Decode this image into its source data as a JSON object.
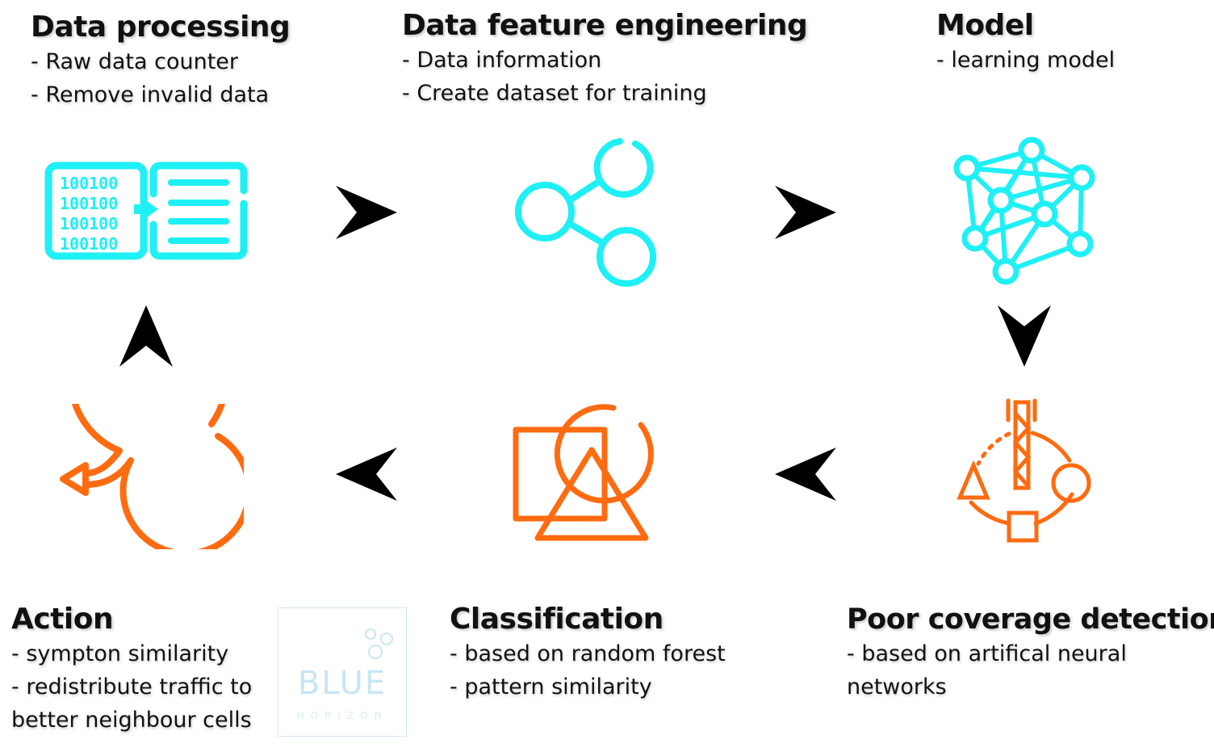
{
  "colors": {
    "cyan": "#1ef0f5",
    "orange": "#ff6b10",
    "arrow": "#000000",
    "logo": "#c8e6f4"
  },
  "steps": [
    {
      "title": "Data processing",
      "bullets": [
        "- Raw data counter",
        "- Remove invalid data"
      ],
      "icon": "binary-to-list-icon",
      "binary_rows": [
        "100100",
        "100100",
        "100100",
        "100100"
      ]
    },
    {
      "title": "Data feature engineering",
      "bullets": [
        "- Data information",
        "- Create dataset for training"
      ],
      "icon": "share-nodes-icon"
    },
    {
      "title": "Model",
      "bullets": [
        "- learning model"
      ],
      "icon": "neural-network-icon"
    },
    {
      "title": "Poor coverage detection",
      "bullets": [
        "- based on artifical neural",
        "networks"
      ],
      "icon": "tower-shapes-icon"
    },
    {
      "title": "Classification",
      "bullets": [
        "- based on random forest",
        "- pattern similarity"
      ],
      "icon": "overlapping-shapes-icon"
    },
    {
      "title": "Action",
      "bullets": [
        "- sympton similarity",
        "- redistribute traffic to",
        "better neighbour cells"
      ],
      "icon": "return-loop-icon"
    }
  ],
  "logo": {
    "word": "BLUE",
    "subword": "HORIZON"
  }
}
